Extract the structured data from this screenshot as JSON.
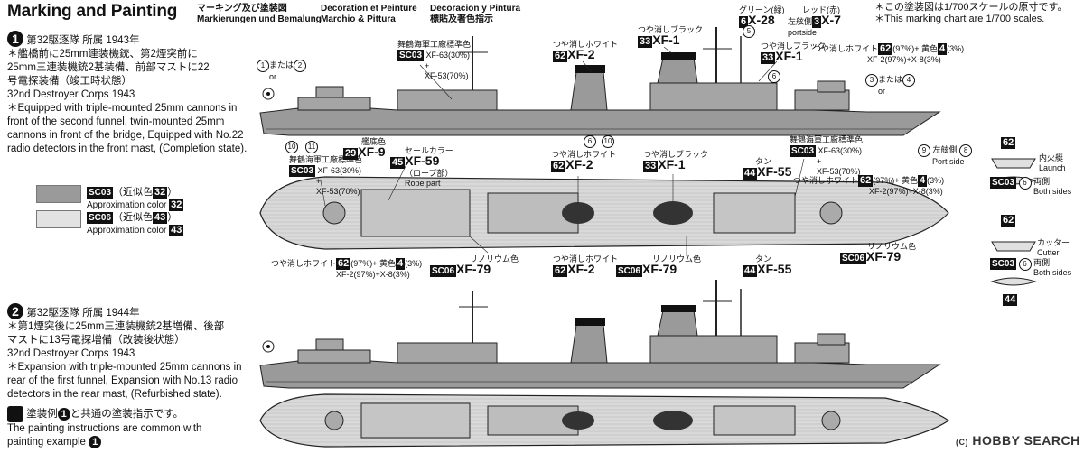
{
  "header": {
    "title": "Marking and Painting",
    "jp_title": "マーキング及び塗装図",
    "de_title": "Markierungen und Bemalung",
    "fr_title": "Decoration et Peinture",
    "it_title": "Marchio & Pittura",
    "es_title": "Decoracion y Pintura",
    "zh_title": "標貼及著色指示"
  },
  "scale_note": {
    "jp": "＊この塗装図は1/700スケールの原寸です。",
    "en": "＊This marking chart are 1/700 scales."
  },
  "example1": {
    "num": "1",
    "jp_title": "第32駆逐隊 所属 1943年",
    "jp_lines": [
      "＊艦橋前に25mm連装機銃、第2煙突前に",
      "25mm三連装機銃2基装備、前部マストに22",
      "号電探装備（竣工時状態）"
    ],
    "en_title": "32nd Destroyer Corps 1943",
    "en_lines": [
      "＊Equipped with triple-mounted 25mm cannons in",
      "front of the second funnel, twin-mounted 25mm",
      "cannons in front of the bridge, Equipped with No.22",
      "radio detectors in the front mast, (Completion state)."
    ]
  },
  "example2": {
    "num": "2",
    "jp_title": "第32駆逐隊 所属 1944年",
    "jp_lines": [
      "＊第1煙突後に25mm三連装機銃2基増備、後部",
      "マストに13号電探増備（改装後状態）"
    ],
    "en_title": "32nd Destroyer Corps 1943",
    "en_lines": [
      "＊Expansion with triple-mounted 25mm cannons in",
      "rear of the first funnel, Expansion with No.13 radio",
      "detectors in the rear mast, (Refurbished state)."
    ]
  },
  "legend": {
    "sc03": {
      "code": "SC03",
      "jp": "（近似色",
      "num": "32",
      "jp_close": "）",
      "en": "Approximation color",
      "color": "#9a9a9a"
    },
    "sc06": {
      "code": "SC06",
      "jp": "（近似色",
      "num": "43",
      "jp_close": "）",
      "en": "Approximation color",
      "color": "#e2e2e2"
    }
  },
  "note": {
    "jp_a": "塗装例",
    "num": "1",
    "jp_b": "と共通の塗装指示です。",
    "en1": "The painting instructions are common with",
    "en2": "painting example"
  },
  "callouts": {
    "maizuru": "舞鶴海軍工廠標準色",
    "sc03": "SC03",
    "xf63": "XF-63(30%)",
    "plus": "+",
    "xf53": "XF-53(70%)",
    "matt_white": "つや消しホワイト",
    "n62": "62",
    "xf2": "XF-2",
    "matt_black": "つや消しブラック",
    "n33": "33",
    "xf1": "XF-1",
    "green": "グリーン(緑)",
    "n6": "6",
    "xf28": "X-28",
    "red": "レッド(赤)",
    "n3": "3",
    "x7": "X-7",
    "port_jp": "左舷側",
    "port_en": "portside",
    "mix_a": "(97%)+ 黄色",
    "n4": "4",
    "mix_b": "(3%)",
    "mix_en": "XF-2(97%)+X-8(3%)",
    "hull_jp": "艦底色",
    "n29": "29",
    "xf9": "XF-9",
    "sailor": "セールカラー",
    "n45": "45",
    "xf59": "XF-59",
    "rope_jp": "（ロープ部）",
    "rope_en": "Rope part",
    "tan": "タン",
    "n44": "44",
    "xf55": "XF-55",
    "lino": "リノリウム色",
    "sc06": "SC06",
    "xf79": "XF-79",
    "port_side_jp": "左舷側",
    "port_side_en": "Port side",
    "or_jp": "または",
    "or_en": "or"
  },
  "markers": [
    "1",
    "2",
    "3",
    "4",
    "5",
    "6",
    "8",
    "9",
    "10",
    "11"
  ],
  "boats": {
    "launch_jp": "内火艇",
    "launch_en": "Launch",
    "cutter_jp": "カッター",
    "cutter_en": "Cutter",
    "both_jp": "両側",
    "both_en": "Both sides"
  },
  "watermark": "HOBBY SEARCH",
  "watermark_sub": "(C)"
}
